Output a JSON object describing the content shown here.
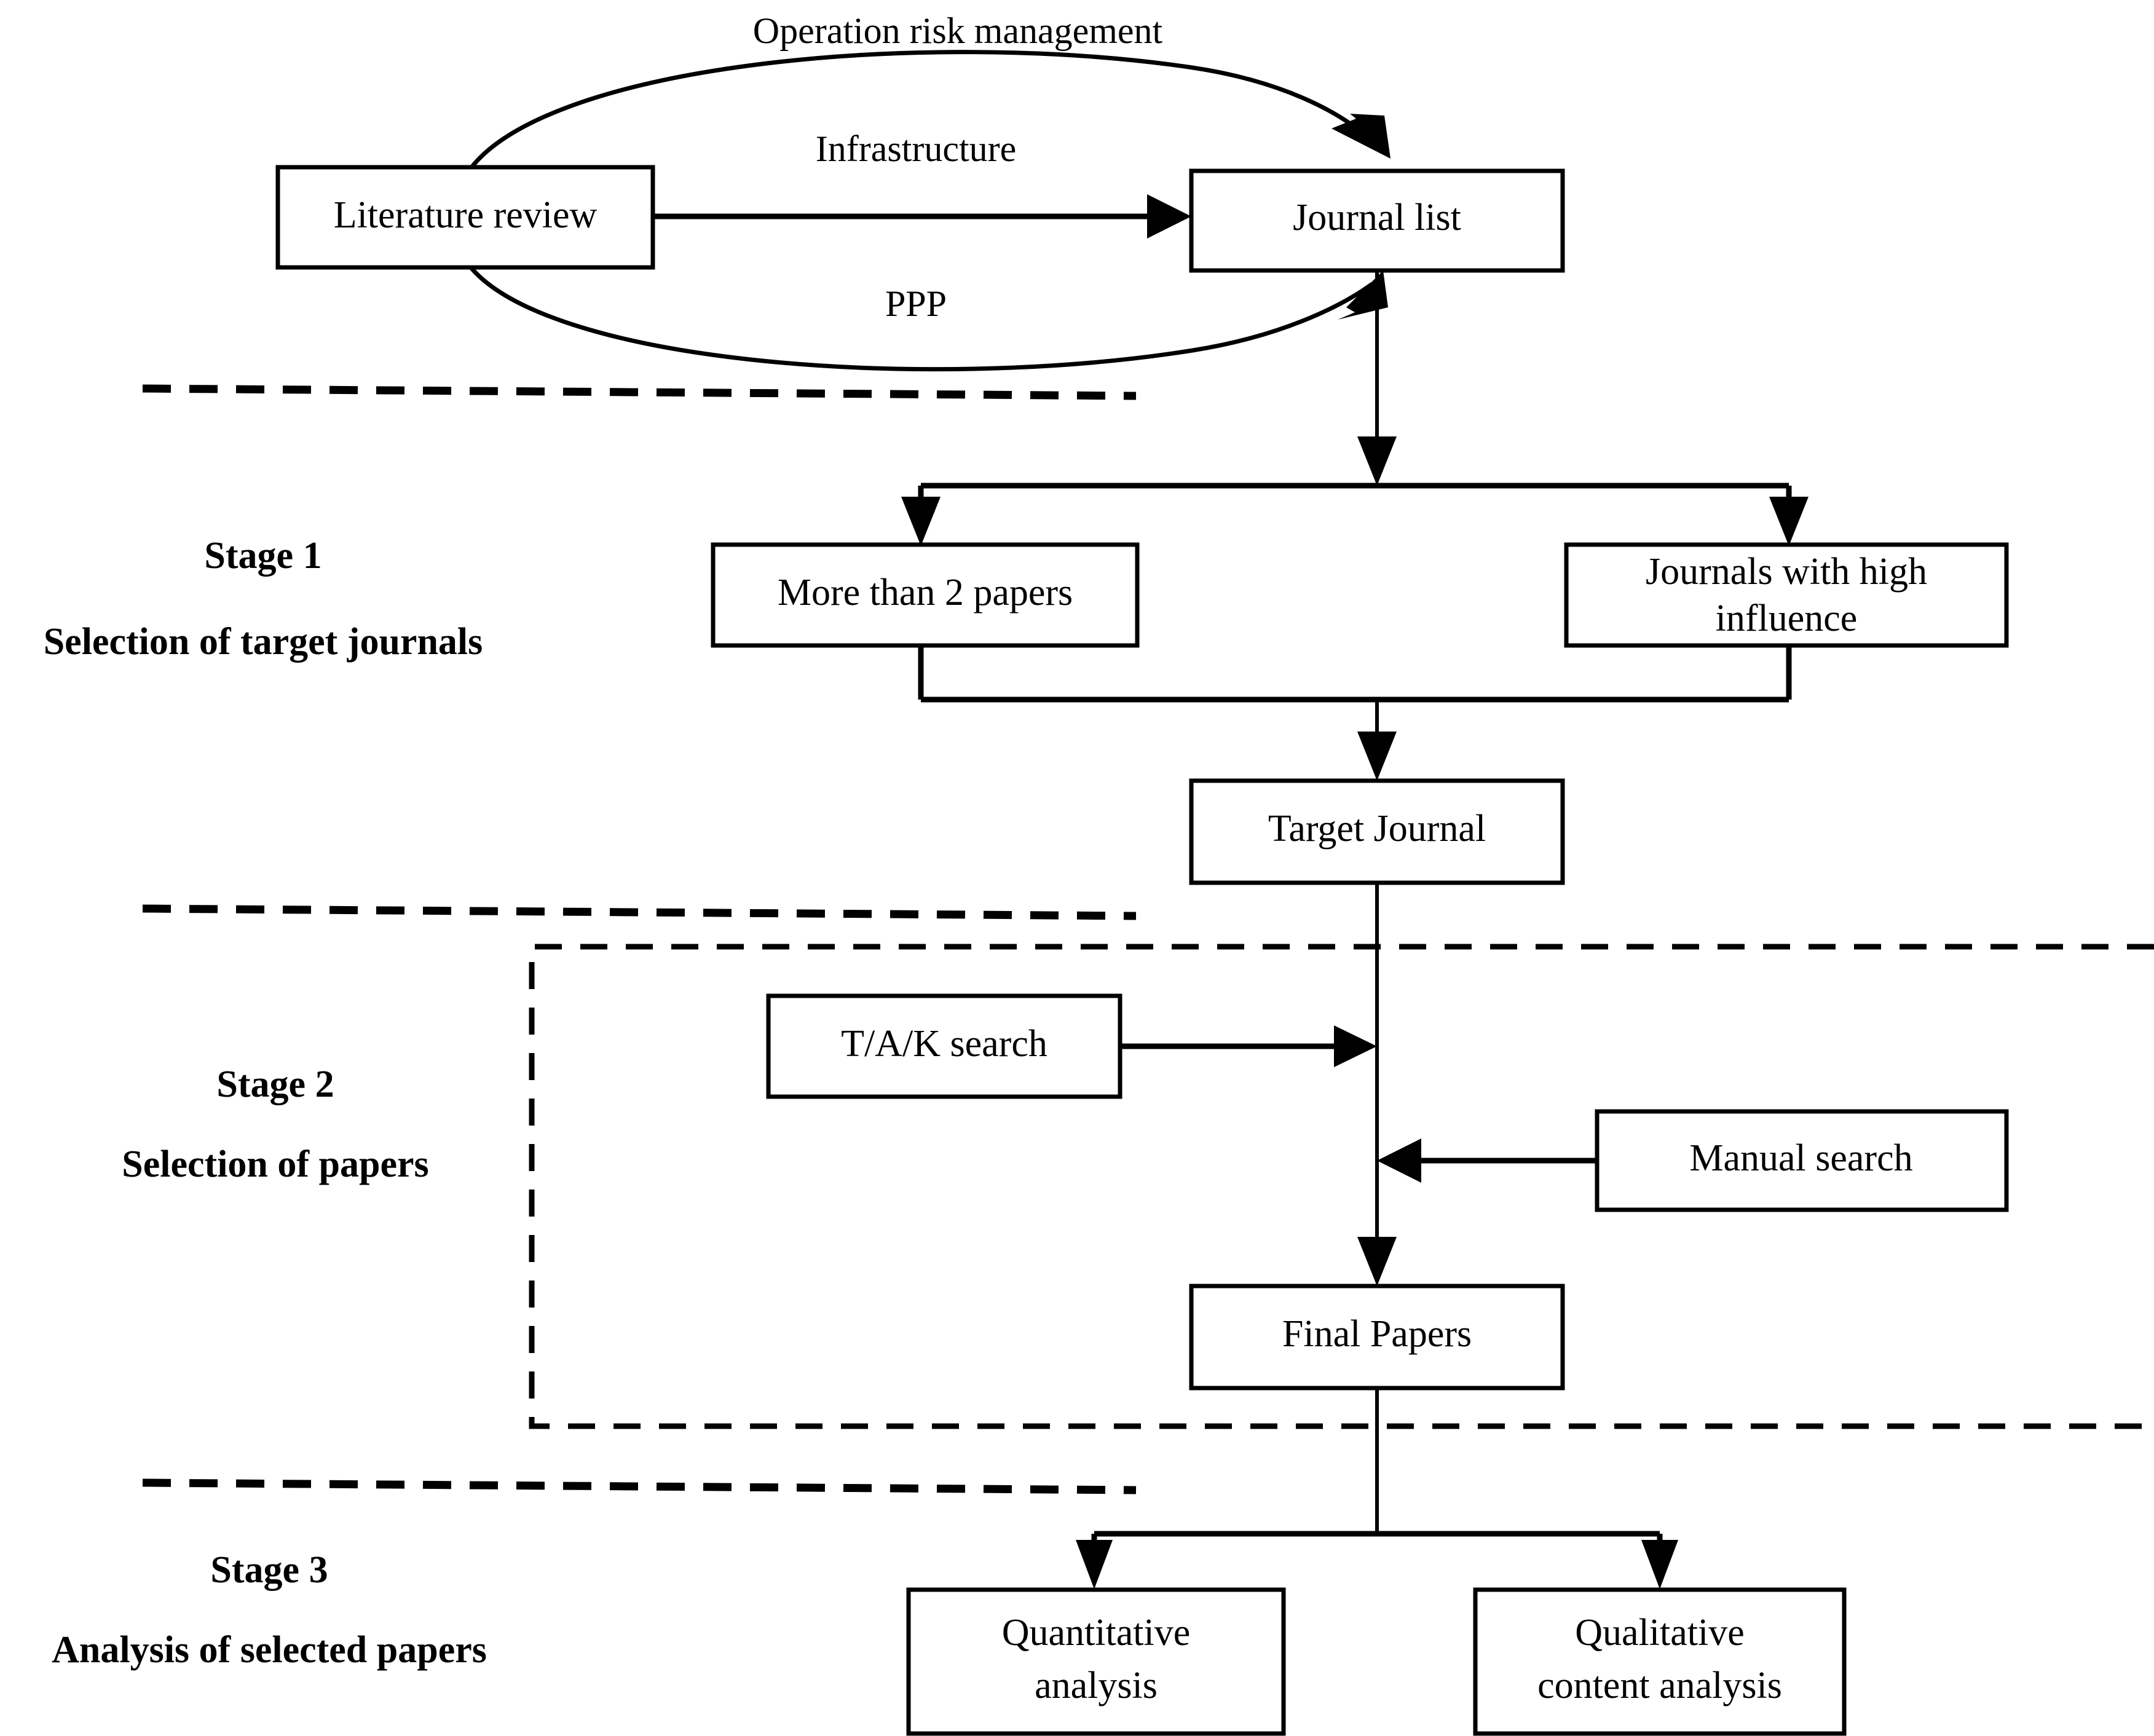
{
  "diagram": {
    "title": "Three-stage literature selection and analysis flowchart",
    "colors": {
      "stroke": "#000000",
      "fill": "#ffffff",
      "text": "#000000"
    },
    "nodes": {
      "literature_review": "Literature review",
      "journal_list": "Journal list",
      "more_than_2_papers": "More than 2 papers",
      "journals_high_influence_line1": "Journals with high",
      "journals_high_influence_line2": "influence",
      "target_journal": "Target Journal",
      "tak_search": "T/A/K search",
      "manual_search": "Manual search",
      "final_papers": "Final Papers",
      "quantitative_line1": "Quantitative",
      "quantitative_line2": "analysis",
      "qualitative_line1": "Qualitative",
      "qualitative_line2": "content analysis"
    },
    "edge_labels": {
      "operation_risk": "Operation risk management",
      "infrastructure": "Infrastructure",
      "ppp": "PPP"
    },
    "stages": [
      {
        "number": "Stage 1",
        "caption": "Selection of target journals"
      },
      {
        "number": "Stage 2",
        "caption": "Selection of papers"
      },
      {
        "number": "Stage 3",
        "caption": "Analysis of selected papers"
      }
    ]
  }
}
